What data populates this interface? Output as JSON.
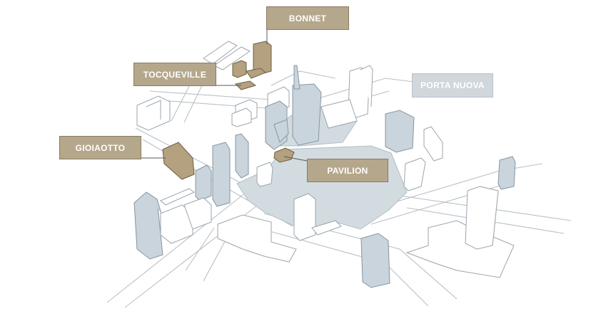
{
  "map": {
    "labels": {
      "bonnet": "BONNET",
      "tocqueville": "TOCQUEVILLE",
      "gioiaotto": "GIOIAOTTO",
      "pavilion": "PAVILION",
      "porta_nuova": "PORTA NUOVA"
    },
    "colors": {
      "label_tan": "#b5a78b",
      "label_blue": "#d0d7dd",
      "park": "#d2dbe0",
      "highlight_building": "#b3a17f"
    }
  }
}
